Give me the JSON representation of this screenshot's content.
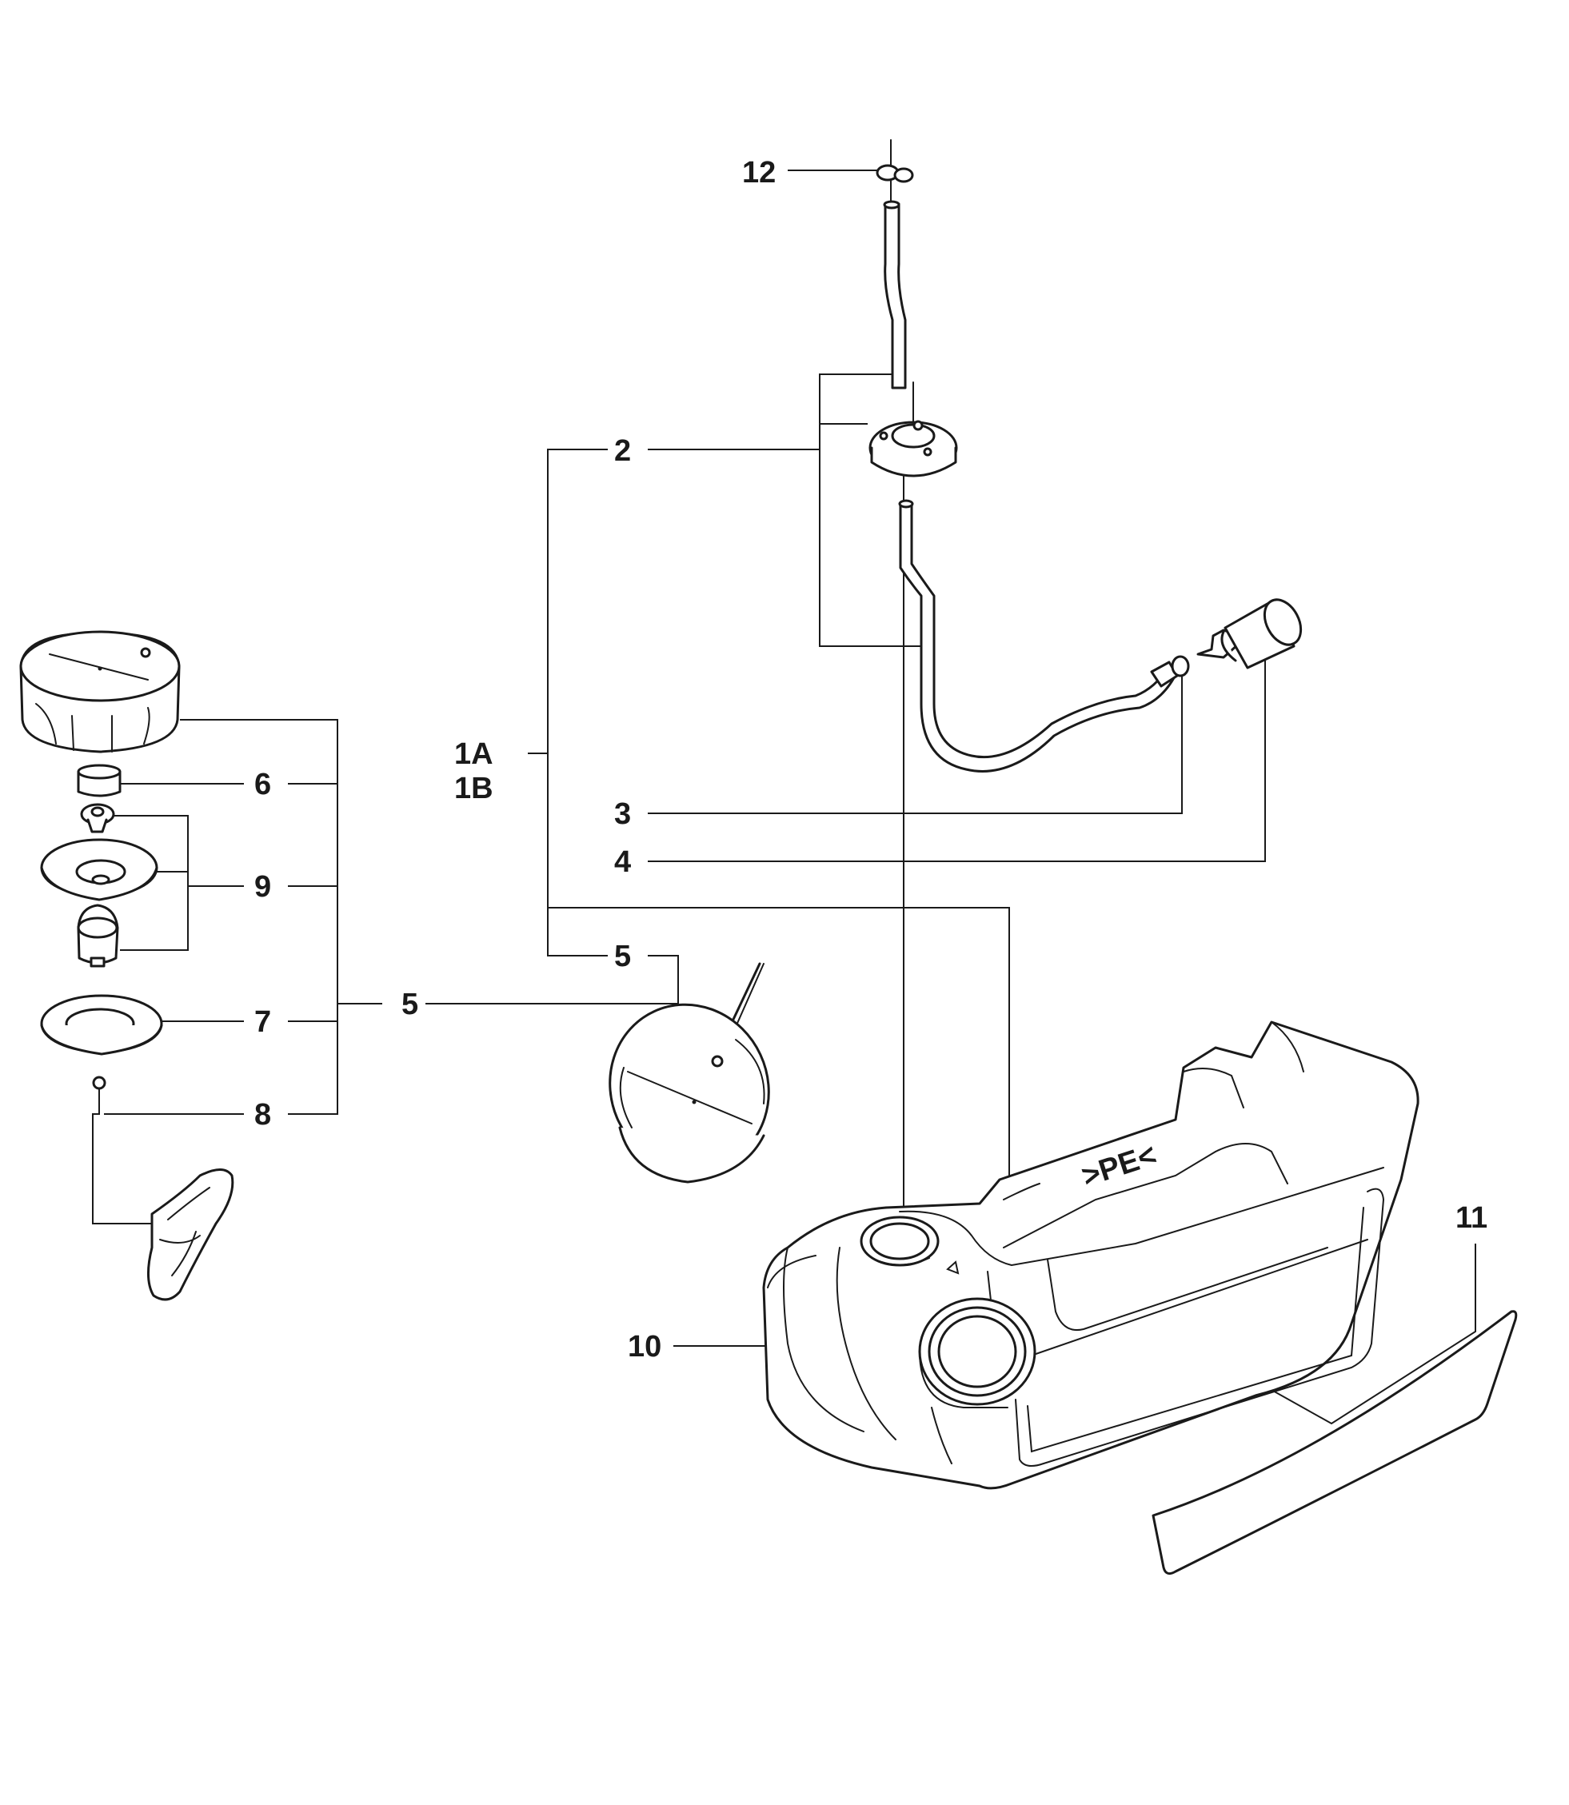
{
  "diagram": {
    "callouts": {
      "c12": "12",
      "c2": "2",
      "c1a": "1A",
      "c1b": "1B",
      "c3": "3",
      "c4": "4",
      "c5_upper": "5",
      "c5_lower": "5",
      "c6": "6",
      "c7": "7",
      "c8": "8",
      "c9": "9",
      "c10": "10",
      "c11": "11"
    },
    "tank_marking": ">PE<"
  }
}
